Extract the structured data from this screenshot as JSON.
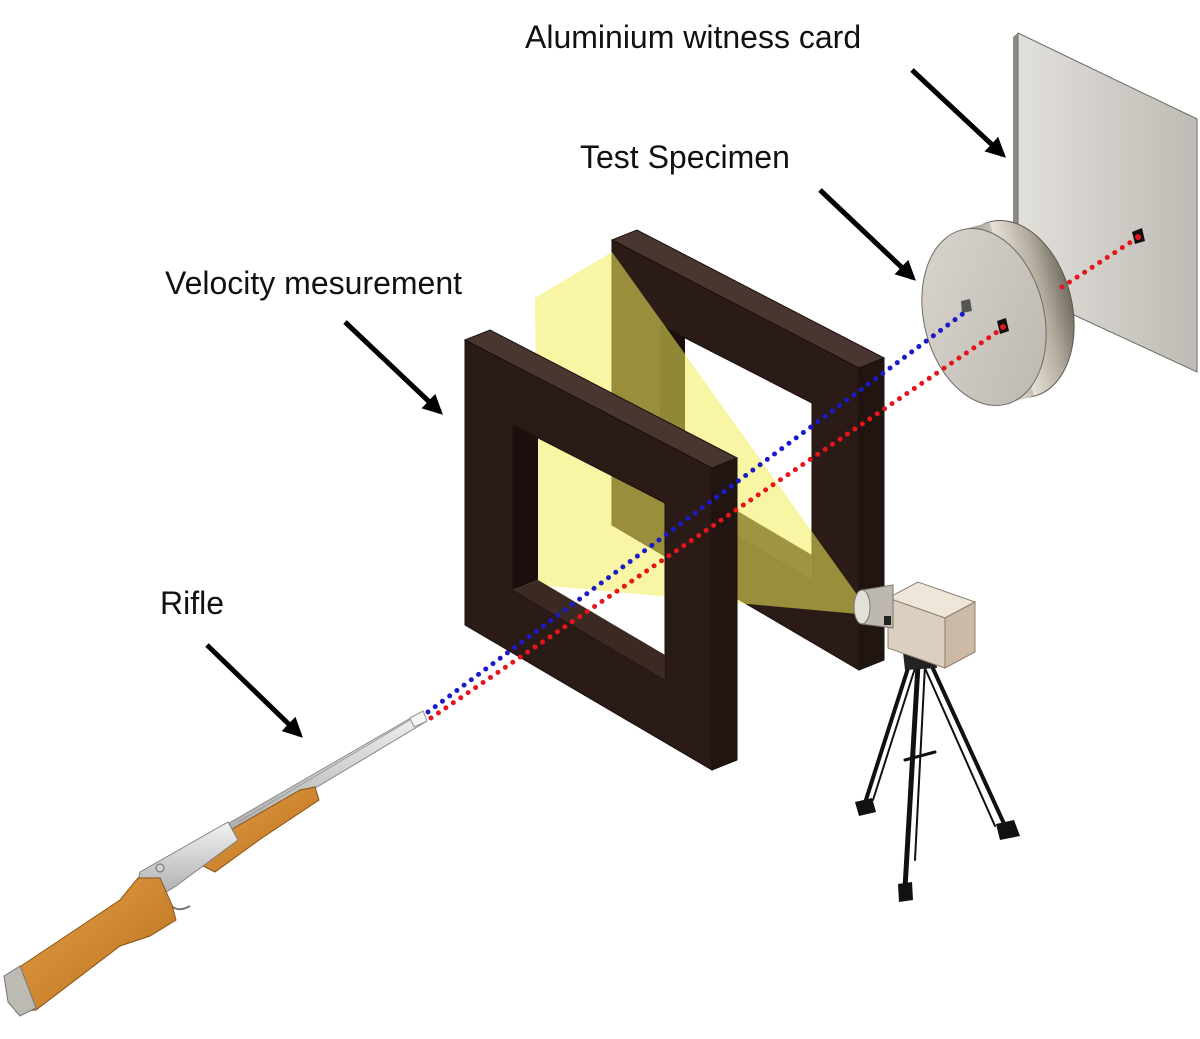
{
  "labels": {
    "witness_card": "Aluminium witness card",
    "test_specimen": "Test Specimen",
    "velocity_measurement": "Velocity mesurement",
    "rifle": "Rifle"
  },
  "colors": {
    "trajectory_blue": "#1a1ac8",
    "trajectory_red": "#e5151b",
    "gate_frame": "#2b1b17",
    "light_sheet": "#f3ec5a"
  }
}
